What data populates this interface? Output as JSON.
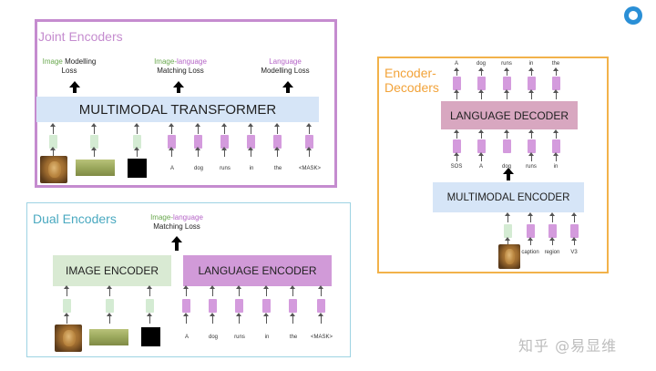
{
  "joint": {
    "title": "Joint Encoders",
    "loss1": {
      "part1": "Image",
      "part2": " Modelling",
      "line2": "Loss"
    },
    "loss2": {
      "part1": "Image-",
      "part2": "language",
      "line2": "Matching Loss"
    },
    "loss3": {
      "part1": "Language",
      "line2": "Modelling Loss"
    },
    "transformer": "MULTIMODAL TRANSFORMER",
    "words": [
      "A",
      "dog",
      "runs",
      "in",
      "the",
      "<MASK>"
    ]
  },
  "dual": {
    "title": "Dual Encoders",
    "loss": {
      "part1": "Image-",
      "part2": "language",
      "line2": "Matching Loss"
    },
    "image_encoder": "IMAGE ENCODER",
    "language_encoder": "LANGUAGE ENCODER",
    "words": [
      "A",
      "dog",
      "runs",
      "in",
      "the",
      "<MASK>"
    ]
  },
  "encdec": {
    "title_line1": "Encoder-",
    "title_line2": "Decoders",
    "outputs": [
      "A",
      "dog",
      "runs",
      "in",
      "the"
    ],
    "decoder": "LANGUAGE DECODER",
    "inputs": [
      "SOS",
      "A",
      "dog",
      "runs",
      "in"
    ],
    "encoder": "MULTIMODAL ENCODER",
    "enc_inputs": [
      "caption",
      "region",
      "V3"
    ]
  },
  "watermark": "知乎 @易显维",
  "colors": {
    "joint_border": "#c58ccf",
    "dual_border": "#9ed3e3",
    "encdec_border": "#f2b24a",
    "image_green": "#6aa84f",
    "language_purple": "#b565c7",
    "transformer_blue": "#d6e5f7",
    "encoder_green": "#d9ead3",
    "language_box": "#d19ad8",
    "decoder_box": "#d8a7c0"
  }
}
